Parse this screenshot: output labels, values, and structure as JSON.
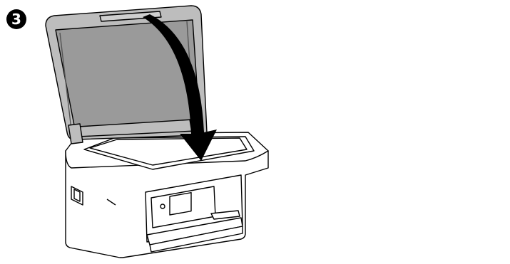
{
  "step": {
    "number": "3"
  },
  "illustration": {
    "subject": "printer-scanner-lid-closing",
    "arrow_direction": "down-close-lid",
    "colors": {
      "line": "#000000",
      "lid_glass": "#9a9a9a",
      "lid_frame": "#bdbdbd",
      "body": "#ffffff"
    }
  }
}
